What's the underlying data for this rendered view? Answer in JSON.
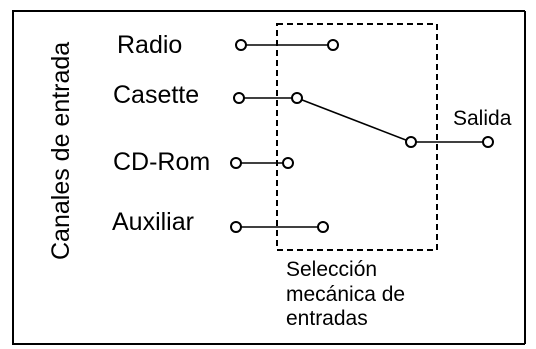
{
  "diagram": {
    "side_label": "Canales de entrada",
    "inputs": [
      "Radio",
      "Casette",
      "CD-Rom",
      "Auxiliar"
    ],
    "output_label": "Salida",
    "selector_caption": [
      "Selección",
      "mecánica de",
      "entradas"
    ]
  }
}
